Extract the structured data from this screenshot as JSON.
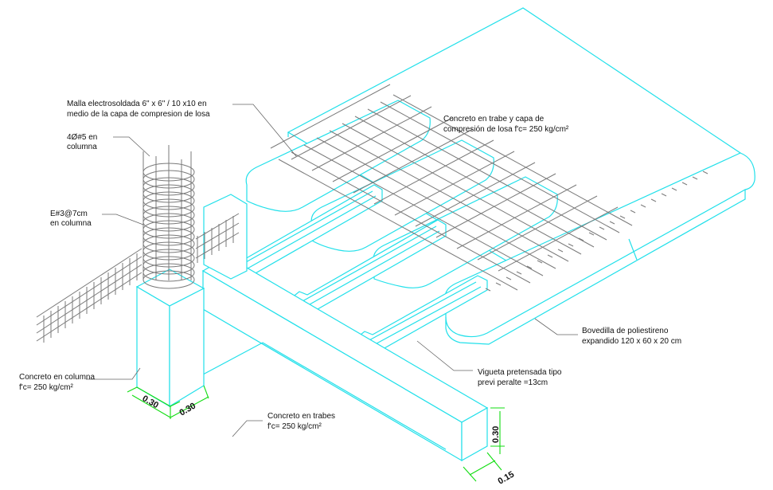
{
  "labels": {
    "malla_1": "Malla electrosoldada 6\" x 6\" / 10 x10 en",
    "malla_2": "medio de la capa de compresion de losa",
    "var_1": "4Ø#5  en",
    "var_2": "columna",
    "est_1": "E#3@7cm",
    "est_2": "en columna",
    "conc_top_1": "Concreto en trabe y capa de",
    "conc_top_2": "compresión de losa f'c= 250 kg/cm²",
    "bov_1": "Bovedilla de poliestireno",
    "bov_2": "expandido 120 x 60 x 20 cm",
    "vig_1": "Vigueta pretensada tipo",
    "vig_2": "previ peralte =13cm",
    "col_1": "Concreto en columna",
    "col_2": "f'c= 250 kg/cm²",
    "trabe_1": "Concreto en trabes",
    "trabe_2": "f'c= 250 kg/cm²"
  },
  "dimensions": {
    "col_a": "0.30",
    "col_b": "0.30",
    "beam_h": "0.30",
    "beam_w": "0.15"
  },
  "colors": {
    "concrete_lines": "#22e0ea",
    "rebar": "#7a7a7a",
    "dimension_lines": "#11dd11",
    "text": "#111111"
  }
}
